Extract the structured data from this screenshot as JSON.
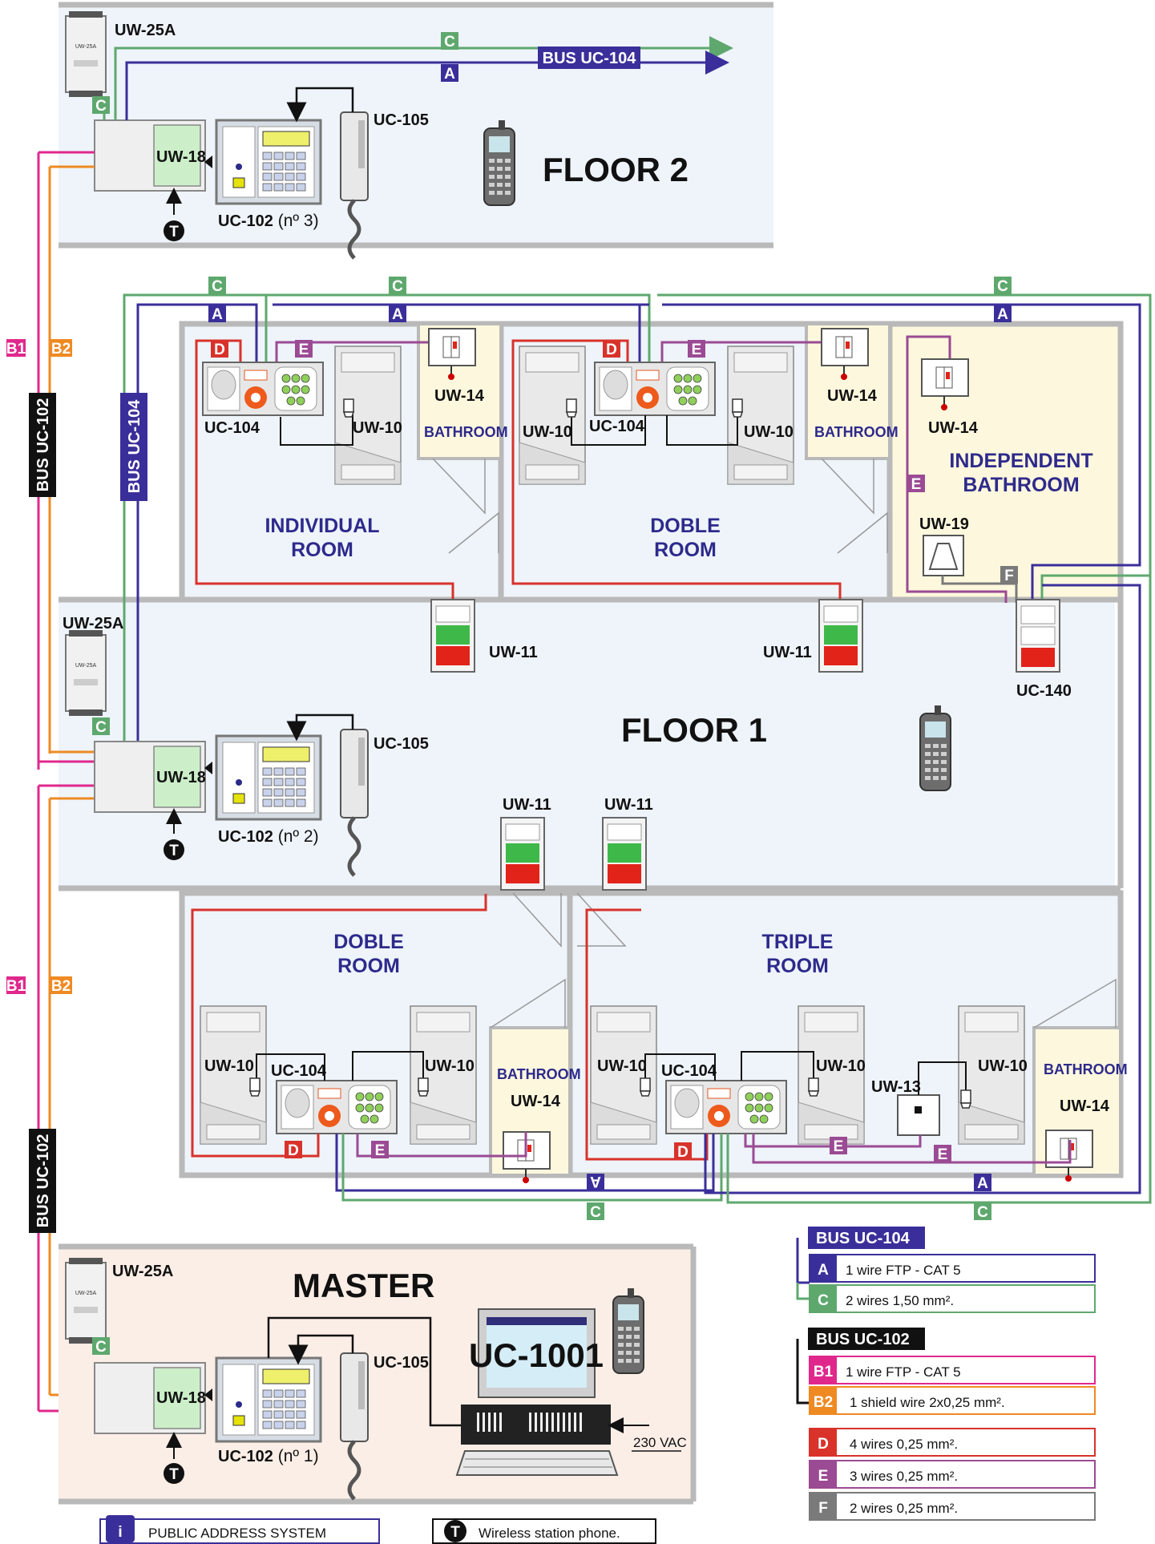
{
  "floors": {
    "floor2": "FLOOR 2",
    "floor1": "FLOOR 1",
    "master": "MASTER"
  },
  "rooms": {
    "individual_room": [
      "INDIVIDUAL",
      "ROOM"
    ],
    "doble_room_top": [
      "DOBLE",
      "ROOM"
    ],
    "independent_bathroom": [
      "INDEPENDENT",
      "BATHROOM"
    ],
    "doble_room_bottom": [
      "DOBLE",
      "ROOM"
    ],
    "triple_room": [
      "TRIPLE",
      "ROOM"
    ],
    "bathroom": "BATHROOM"
  },
  "devices": {
    "uw25a": "UW-25A",
    "uw18": "UW-18",
    "uc105": "UC-105",
    "uc102": "UC-102",
    "uc102_f2_suffix": " (nº 3)",
    "uc102_f1_suffix": " (nº 2)",
    "uc102_m_suffix": " (nº 1)",
    "uc104": "UC-104",
    "uw10": "UW-10",
    "uw14": "UW-14",
    "uw11": "UW-11",
    "uw19": "UW-19",
    "uw13": "UW-13",
    "uc140": "UC-140",
    "uc1001": "UC-1001",
    "vac": "230 VAC"
  },
  "bus_labels": {
    "bus_uc104": "BUS UC-104",
    "bus_uc102": "BUS UC-102"
  },
  "wire_tags": {
    "a": "A",
    "b1": "B1",
    "b2": "B2",
    "c": "C",
    "d": "D",
    "e": "E",
    "f": "F"
  },
  "legend": {
    "bus104_title": "BUS UC-104",
    "a_desc": "1 wire FTP - CAT 5",
    "c_desc": "2 wires 1,50 mm².",
    "bus102_title": "BUS UC-102",
    "b1_desc": "1 wire FTP - CAT 5",
    "b2_desc": "1 shield wire 2x0,25 mm².",
    "d_desc": "4 wires 0,25 mm².",
    "e_desc": "3 wires 0,25 mm².",
    "f_desc": "2 wires 0,25 mm²."
  },
  "footer": {
    "info_icon": "i",
    "public_address": "PUBLIC ADDRESS SYSTEM",
    "phone_icon": "T",
    "wireless_phone": "Wireless station phone."
  },
  "colors": {
    "bus_a": "#3a2f9a",
    "bus_c": "#5ea86e",
    "bus_b1": "#e0288c",
    "bus_b2": "#ef8a22",
    "wire_d": "#d8322b",
    "wire_e": "#9b4a94",
    "wire_f": "#7a7a7a",
    "floor_bg": "#eef4fa",
    "master_bg": "#fbeee6",
    "bath_bg": "#fdf8dd",
    "wall": "#b9b9b9"
  }
}
